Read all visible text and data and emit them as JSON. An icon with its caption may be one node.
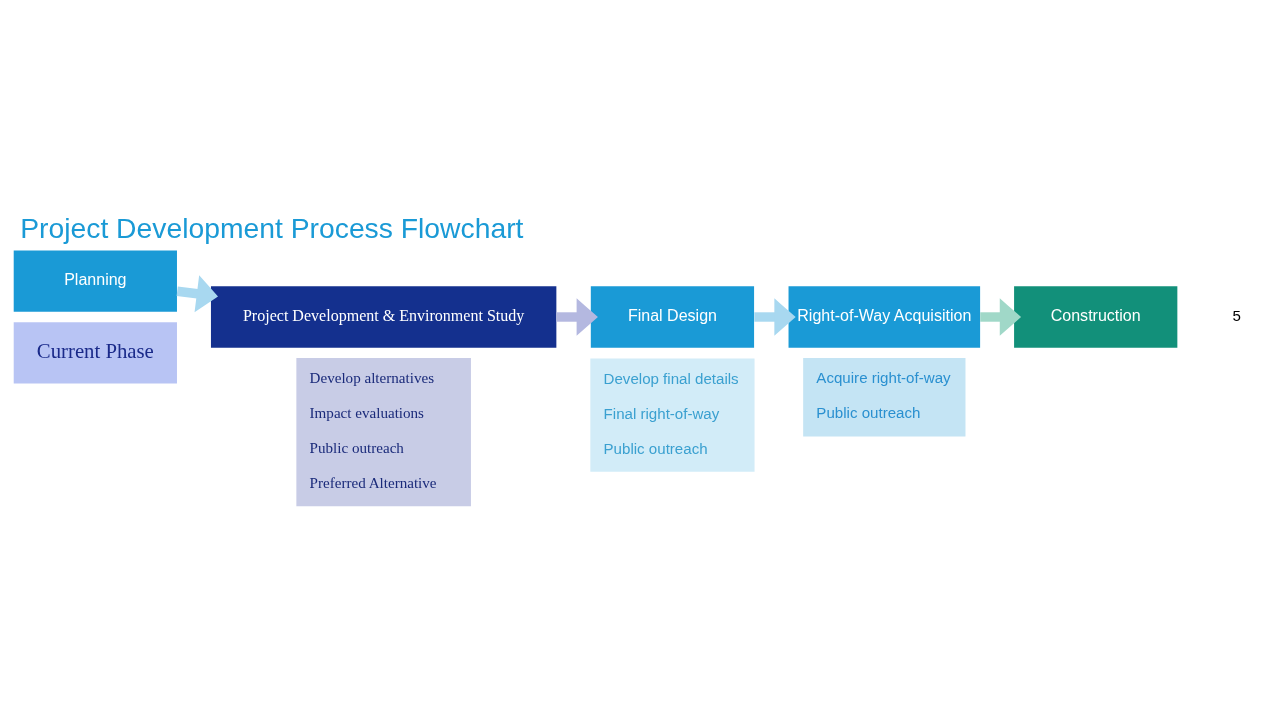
{
  "diagram": {
    "title": "Project Development Process Flowchart",
    "nodes": [
      {
        "text": [
          "Planning"
        ]
      },
      {
        "text": [
          "Current Phase"
        ]
      },
      {
        "text": [
          "Project Development & Environment Study"
        ]
      },
      {
        "text": [
          "Develop alternatives",
          "Impact evaluations",
          "Public outreach",
          "Preferred Alternative"
        ]
      },
      {
        "text": [
          "Final Design"
        ]
      },
      {
        "text": [
          "Develop final details",
          "Final right-of-way",
          "Public outreach"
        ]
      },
      {
        "text": [
          "Right-of-Way Acquisition"
        ]
      },
      {
        "text": [
          "Acquire right-of-way",
          "Public outreach"
        ]
      },
      {
        "text": [
          "Construction"
        ]
      }
    ],
    "edges": [
      {
        "from": 0,
        "to": 2,
        "arrow": "to"
      },
      {
        "from": 2,
        "to": 4,
        "arrow": "to",
        "color": "#b4b8e0"
      },
      {
        "from": 4,
        "to": 6,
        "arrow": "to"
      },
      {
        "from": 6,
        "to": 8,
        "arrow": "to",
        "color": "#a0d8c8"
      }
    ],
    "labels": [
      "5"
    ]
  }
}
